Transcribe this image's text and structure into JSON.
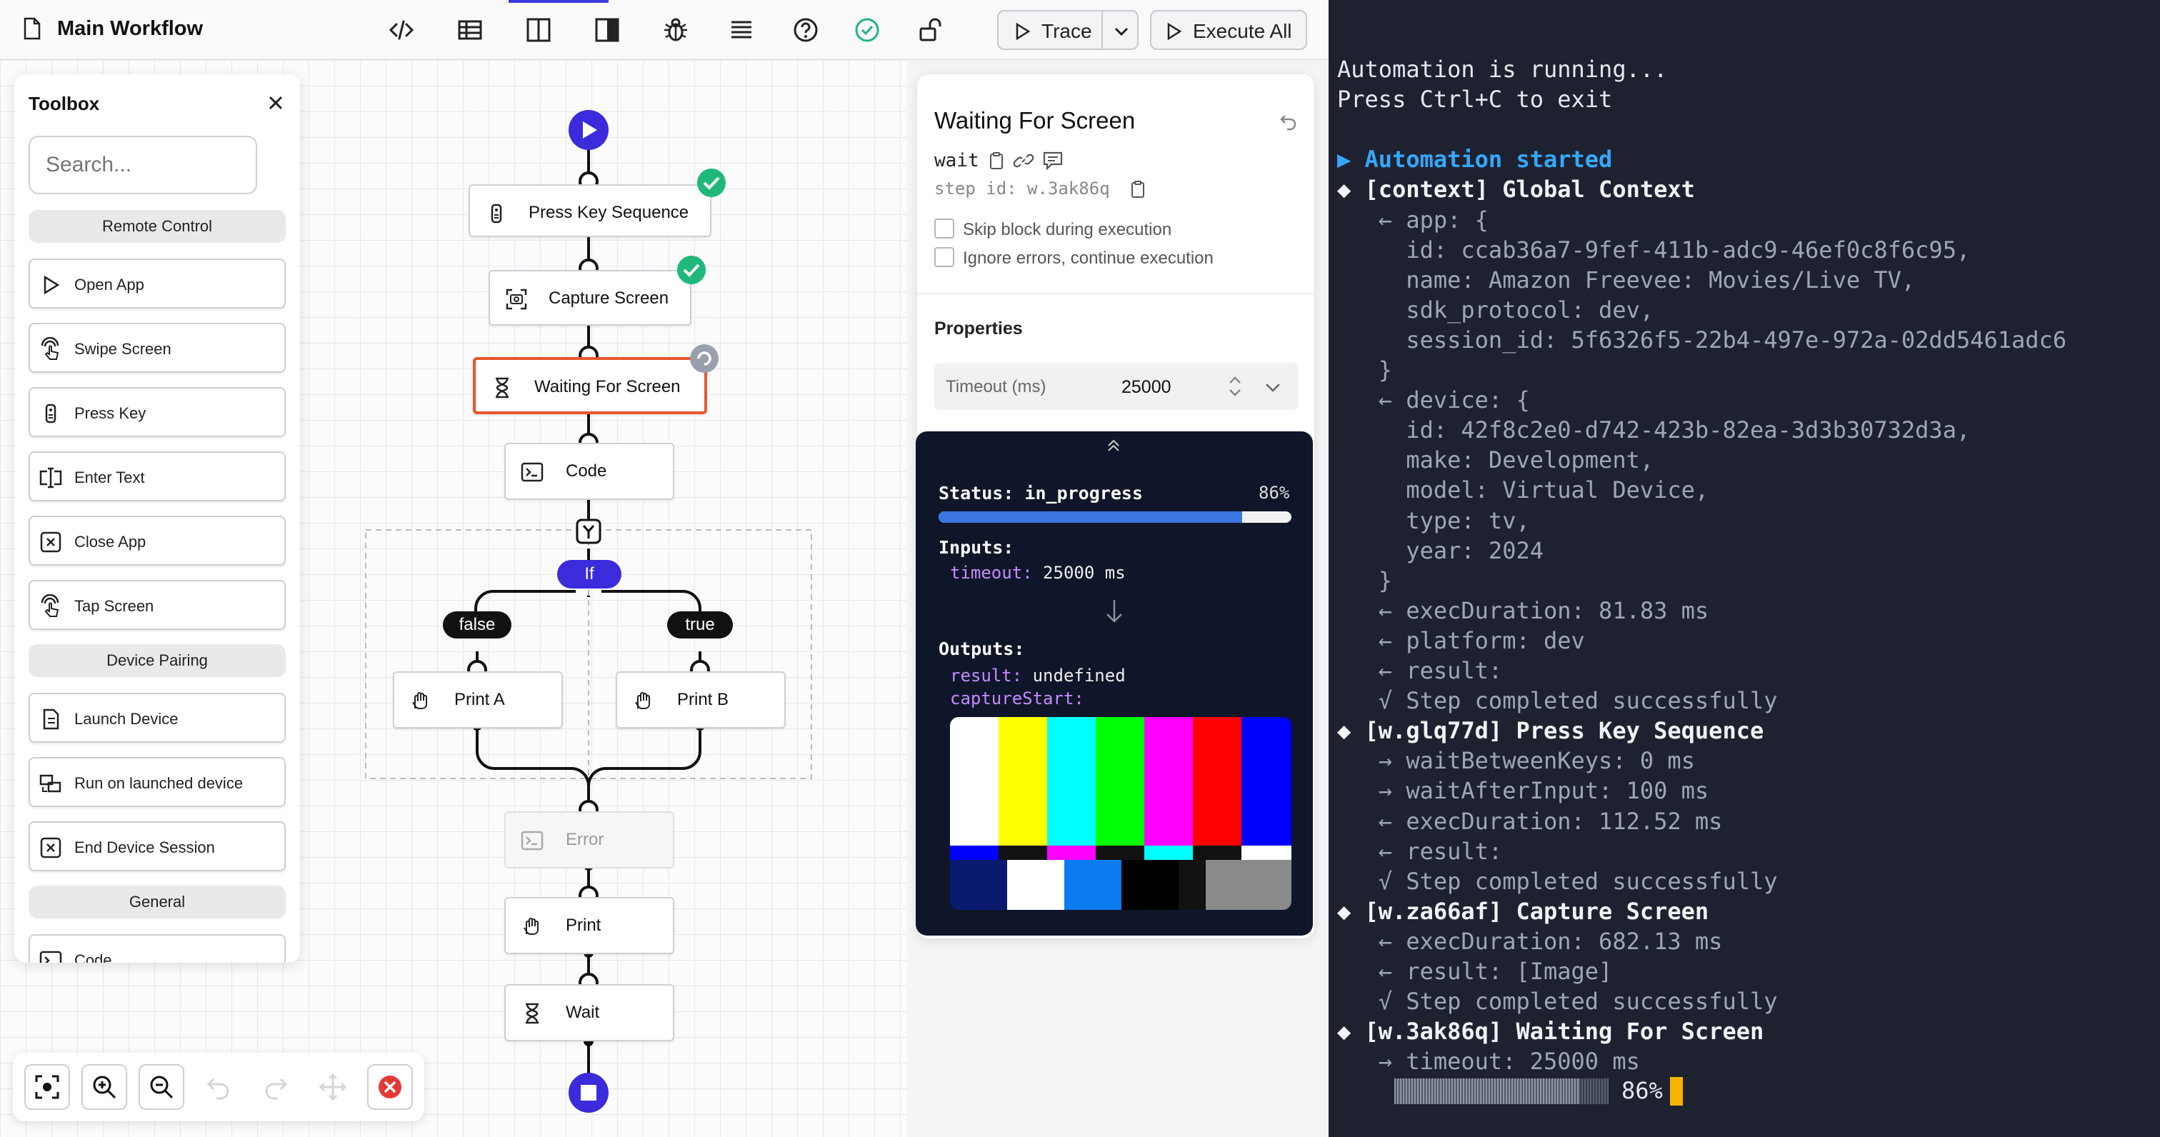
{
  "topbar": {
    "title": "Main Workflow",
    "trace_label": "Trace",
    "execute_label": "Execute All"
  },
  "toolbox": {
    "title": "Toolbox",
    "search_placeholder": "Search...",
    "sections": [
      {
        "label": "Remote Control",
        "items": [
          "Open App",
          "Swipe Screen",
          "Press Key",
          "Enter Text",
          "Close App",
          "Tap Screen"
        ]
      },
      {
        "label": "Device Pairing",
        "items": [
          "Launch Device",
          "Run on launched device",
          "End Device Session"
        ]
      },
      {
        "label": "General",
        "items": [
          "Code"
        ]
      }
    ]
  },
  "flow": {
    "nodes": {
      "press_key_sequence": "Press Key Sequence",
      "capture_screen": "Capture Screen",
      "waiting_for_screen": "Waiting For Screen",
      "code": "Code",
      "if": "If",
      "false": "false",
      "true": "true",
      "print_a": "Print A",
      "print_b": "Print B",
      "error": "Error",
      "print": "Print",
      "wait": "Wait"
    }
  },
  "settings": {
    "title": "Waiting For Screen",
    "function": "wait",
    "step_id": "step id: w.3ak86q",
    "skip_label": "Skip block during execution",
    "ignore_label": "Ignore errors, continue execution",
    "properties_label": "Properties",
    "timeout_label": "Timeout (ms)",
    "timeout_value": "25000"
  },
  "status": {
    "line": "Status: in_progress",
    "percent_text": "86%",
    "progress": 0.86,
    "inputs_label": "Inputs:",
    "timeout_key": "timeout:",
    "timeout_val": "25000 ms",
    "outputs_label": "Outputs:",
    "result_key": "result:",
    "result_val": "undefined",
    "capture_key": "captureStart:"
  },
  "terminal": {
    "lines": [
      {
        "t": "Automation is running...",
        "c": "w"
      },
      {
        "t": "Press Ctrl+C to exit",
        "c": "w"
      },
      {
        "t": "",
        "c": ""
      },
      {
        "t": "▶ Automation started",
        "c": "blue"
      },
      {
        "t": "◆ [context] Global Context",
        "c": "bold"
      },
      {
        "t": "   ← app: {",
        "c": ""
      },
      {
        "t": "     id: ccab36a7-9fef-411b-adc9-46ef0c8f6c95,",
        "c": ""
      },
      {
        "t": "     name: Amazon Freevee: Movies/Live TV,",
        "c": ""
      },
      {
        "t": "     sdk_protocol: dev,",
        "c": ""
      },
      {
        "t": "     session_id: 5f6326f5-22b4-497e-972a-02dd5461adc6",
        "c": ""
      },
      {
        "t": "   }",
        "c": ""
      },
      {
        "t": "   ← device: {",
        "c": ""
      },
      {
        "t": "     id: 42f8c2e0-d742-423b-82ea-3d3b30732d3a,",
        "c": ""
      },
      {
        "t": "     make: Development,",
        "c": ""
      },
      {
        "t": "     model: Virtual Device,",
        "c": ""
      },
      {
        "t": "     type: tv,",
        "c": ""
      },
      {
        "t": "     year: 2024",
        "c": ""
      },
      {
        "t": "   }",
        "c": ""
      },
      {
        "t": "   ← execDuration: 81.83 ms",
        "c": ""
      },
      {
        "t": "   ← platform: dev",
        "c": ""
      },
      {
        "t": "   ← result:",
        "c": ""
      },
      {
        "t": "   √ Step completed successfully",
        "c": ""
      },
      {
        "t": "◆ [w.glq77d] Press Key Sequence",
        "c": "bold"
      },
      {
        "t": "   → waitBetweenKeys: 0 ms",
        "c": ""
      },
      {
        "t": "   → waitAfterInput: 100 ms",
        "c": ""
      },
      {
        "t": "   ← execDuration: 112.52 ms",
        "c": ""
      },
      {
        "t": "   ← result:",
        "c": ""
      },
      {
        "t": "   √ Step completed successfully",
        "c": ""
      },
      {
        "t": "◆ [w.za66af] Capture Screen",
        "c": "bold"
      },
      {
        "t": "   ← execDuration: 682.13 ms",
        "c": ""
      },
      {
        "t": "   ← result: [Image]",
        "c": ""
      },
      {
        "t": "   √ Step completed successfully",
        "c": ""
      },
      {
        "t": "◆ [w.3ak86q] Waiting For Screen",
        "c": "bold"
      },
      {
        "t": "   → timeout: 25000 ms",
        "c": ""
      }
    ],
    "progress_text": "86%",
    "progress": 0.86
  },
  "colors": {
    "accent": "#3b2bdb",
    "active_border": "#e8552d",
    "success": "#1fb87a",
    "progress": "#3a76e0",
    "terminal_bg": "#1e2230",
    "cursor": "#f5b400"
  }
}
